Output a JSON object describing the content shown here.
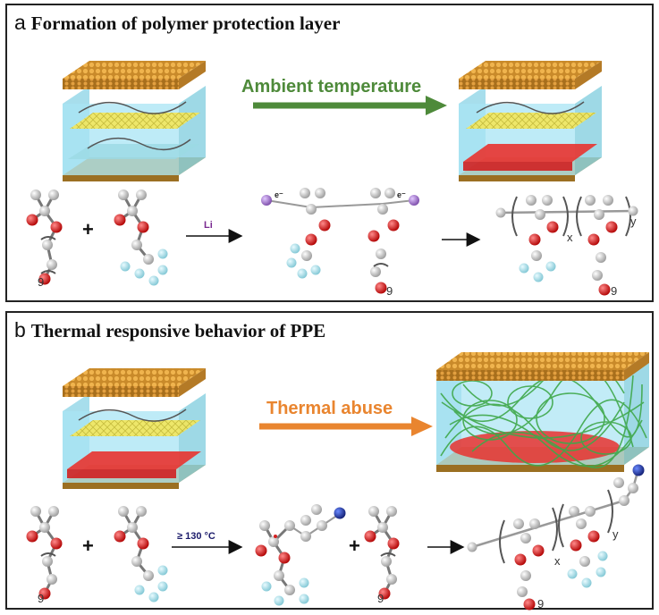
{
  "panel_a": {
    "letter": "a",
    "title": "Formation of polymer protection layer",
    "arrow_label": "Ambient temperature",
    "arrow_color": "#4e8a3a",
    "reagent": "Li",
    "reagent_color": "#7a2a90",
    "charge1": "e⁻",
    "charge2": "e⁻",
    "sub_x": "x",
    "sub_y": "y",
    "sub_9a": "9",
    "sub_9b": "9",
    "sub_9c": "9"
  },
  "panel_b": {
    "letter": "b",
    "title": "Thermal responsive behavior of PPE",
    "arrow_label": "Thermal abuse",
    "arrow_color": "#e9852f",
    "condition": "≥ 130 °C",
    "sub_x": "x",
    "sub_y": "y",
    "sub_9a": "9",
    "sub_9b": "9",
    "sub_9c": "9"
  },
  "colors": {
    "gold": "#e0a03c",
    "cyan_box": "#a8e4f4",
    "red_layer": "#e8332f",
    "yellow_sheet": "#f3e65a",
    "polymer_green": "#3fa84a",
    "carbon": "#c8c8c8",
    "oxygen": "#d42020",
    "fluorine": "#a9e1ea",
    "lithium": "#a27ac8",
    "nitrogen": "#1e3aa8"
  }
}
